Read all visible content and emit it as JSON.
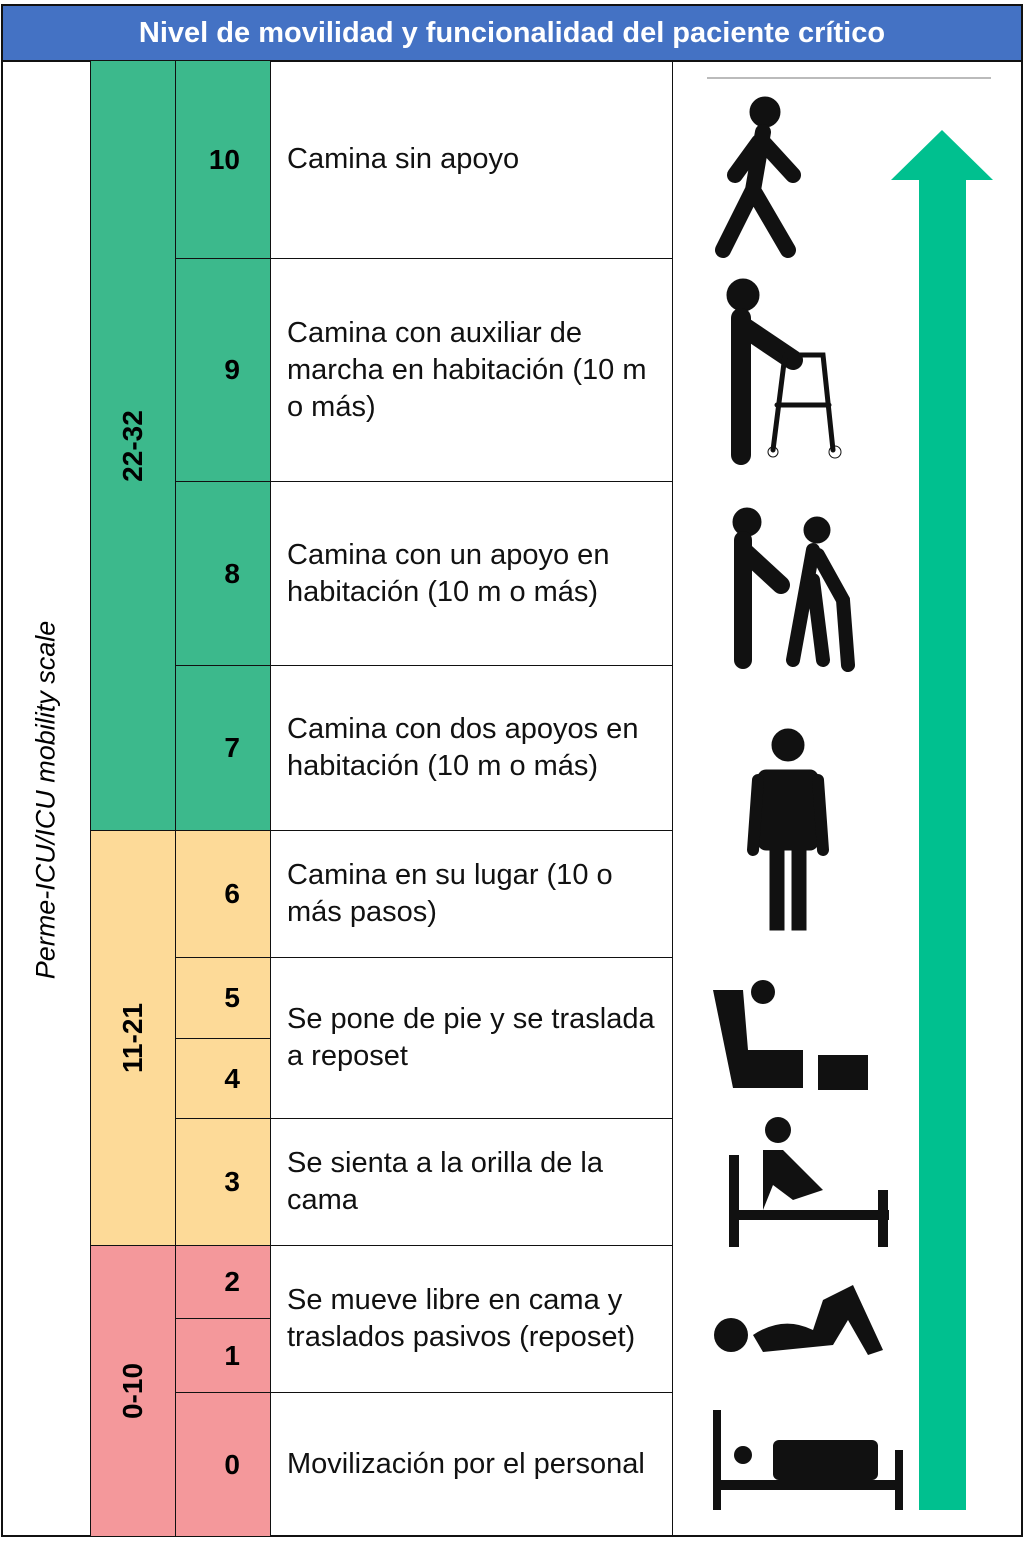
{
  "title": "Nivel de movilidad y funcionalidad del paciente crítico",
  "scale_label": "Perme-ICU/ICU mobility scale",
  "ranges": [
    "22-32",
    "11-21",
    "0-10"
  ],
  "levels": [
    "10",
    "9",
    "8",
    "7",
    "6",
    "5",
    "4",
    "3",
    "2",
    "1",
    "0"
  ],
  "descriptions": [
    "Camina sin apoyo",
    "Camina con auxiliar de marcha en habitación (10 m o más)",
    "Camina con un apoyo en habitación (10 m o más)",
    "Camina con dos apoyos en habitación (10 m o más)",
    "Camina en su lugar (10 o más pasos)",
    "Se pone de pie y se traslada a reposet",
    "Se sienta a la orilla de la cama",
    "Se mueve libre en cama y traslados pasivos (reposet)",
    "Movilización por el personal"
  ],
  "colors": {
    "header": "#4472C4",
    "high": "#3CB98C",
    "mid": "#FDDA98",
    "low": "#F4989B",
    "arrow": "#00C08F"
  }
}
